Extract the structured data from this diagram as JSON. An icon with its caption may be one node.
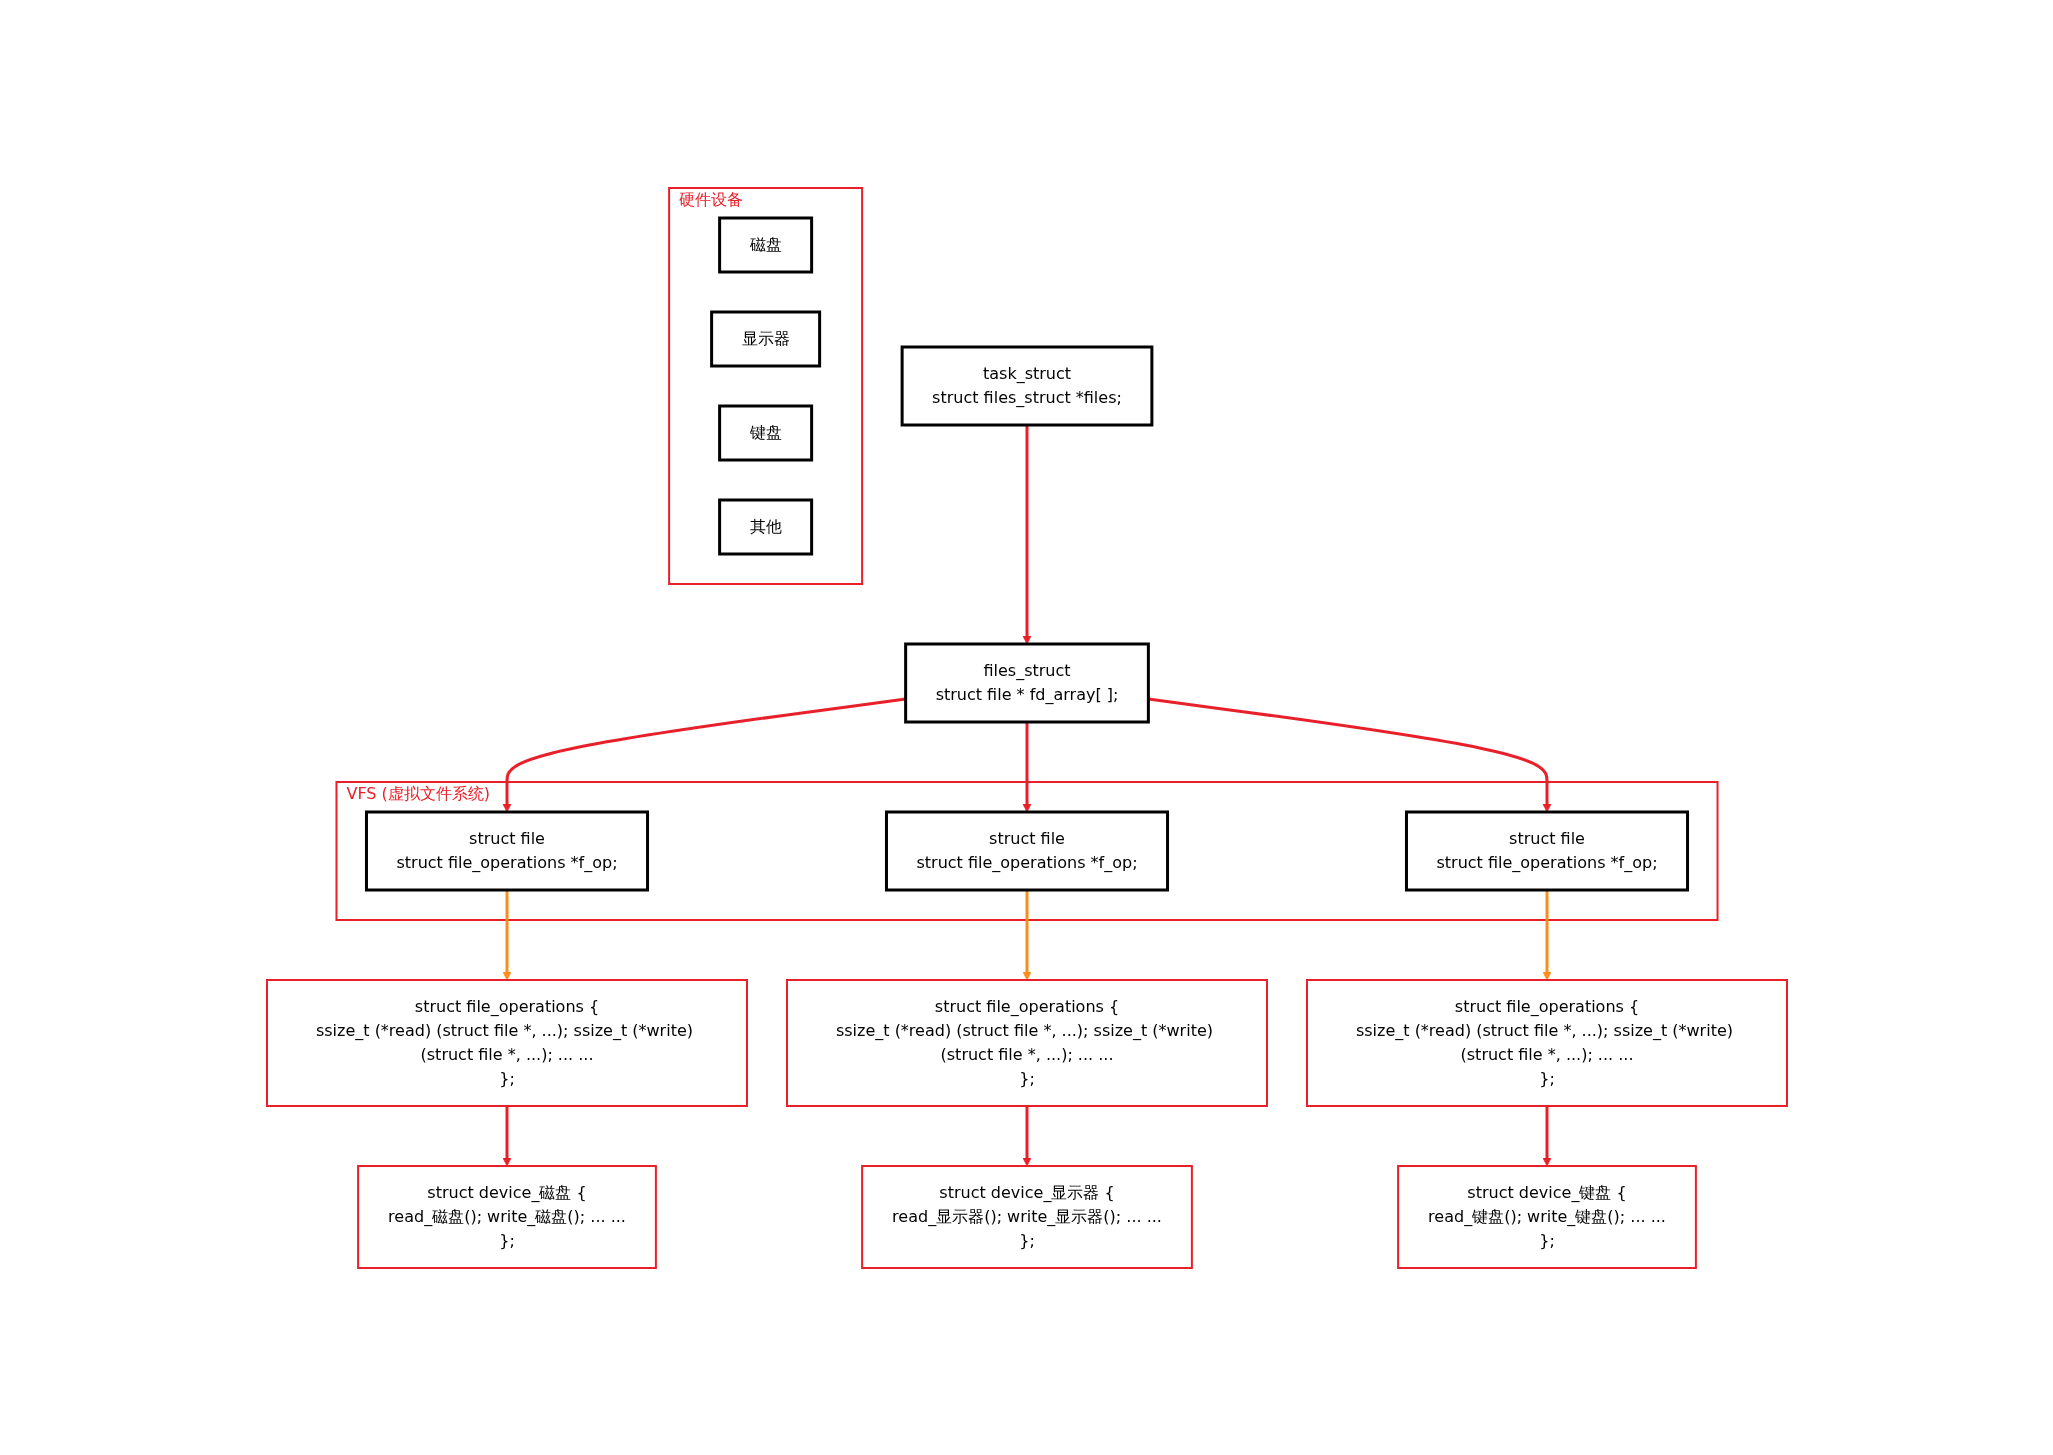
{
  "diagram": {
    "nodes": [
      {
        "text": [
          "task_struct",
          "struct files_struct *files;"
        ]
      },
      {
        "text": [
          "files_struct",
          "struct file * fd_array[ ];"
        ]
      },
      {
        "text": [
          "VFS (虚拟文件系统)"
        ]
      },
      {
        "text": [
          "struct file",
          "struct file_operations *f_op;"
        ],
        "in": 2
      },
      {
        "text": [
          "struct file",
          "struct file_operations *f_op;"
        ],
        "in": 2
      },
      {
        "text": [
          "struct file",
          "struct file_operations *f_op;"
        ],
        "in": 2
      },
      {
        "text": [
          "struct file_operations {",
          "ssize_t (*read) (struct file *, ...); ssize_t (*write) (struct file *, ...); ... ...",
          "};"
        ]
      },
      {
        "text": [
          "struct file_operations {",
          "ssize_t (*read) (struct file *, ...); ssize_t (*write) (struct file *, ...); ... ...",
          "};"
        ]
      },
      {
        "text": [
          "struct file_operations {",
          "ssize_t (*read) (struct file *, ...); ssize_t (*write) (struct file *, ...); ... ...",
          "};"
        ]
      },
      {
        "text": [
          "struct device_磁盘 {",
          "read_磁盘(); write_磁盘(); ... ...",
          "};"
        ]
      },
      {
        "text": [
          "struct device_显示器 {",
          "read_显示器(); write_显示器(); ... ...",
          "};"
        ]
      },
      {
        "text": [
          "struct device_键盘 {",
          "read_键盘(); write_键盘(); ... ...",
          "};"
        ]
      },
      {
        "text": [
          "硬件设备"
        ]
      },
      {
        "text": [
          "磁盘"
        ],
        "in": 12
      },
      {
        "text": [
          "显示器"
        ],
        "in": 12
      },
      {
        "text": [
          "键盘"
        ],
        "in": 12
      },
      {
        "text": [
          "其他"
        ],
        "in": 12
      }
    ],
    "edges": [
      {
        "from": 0,
        "to": 1,
        "arrow": "to"
      },
      {
        "from": 1,
        "to": 3,
        "arrow": "to"
      },
      {
        "from": 1,
        "to": 4,
        "arrow": "to"
      },
      {
        "from": 1,
        "to": 5,
        "arrow": "to"
      },
      {
        "from": 3,
        "to": 6,
        "arrow": "to",
        "color": "#ff8c1a"
      },
      {
        "from": 4,
        "to": 7,
        "arrow": "to",
        "color": "#ff8c1a"
      },
      {
        "from": 5,
        "to": 8,
        "arrow": "to",
        "color": "#ff8c1a"
      },
      {
        "from": 6,
        "to": 9,
        "arrow": "to"
      },
      {
        "from": 7,
        "to": 10,
        "arrow": "to"
      },
      {
        "from": 8,
        "to": 11,
        "arrow": "to"
      }
    ]
  }
}
